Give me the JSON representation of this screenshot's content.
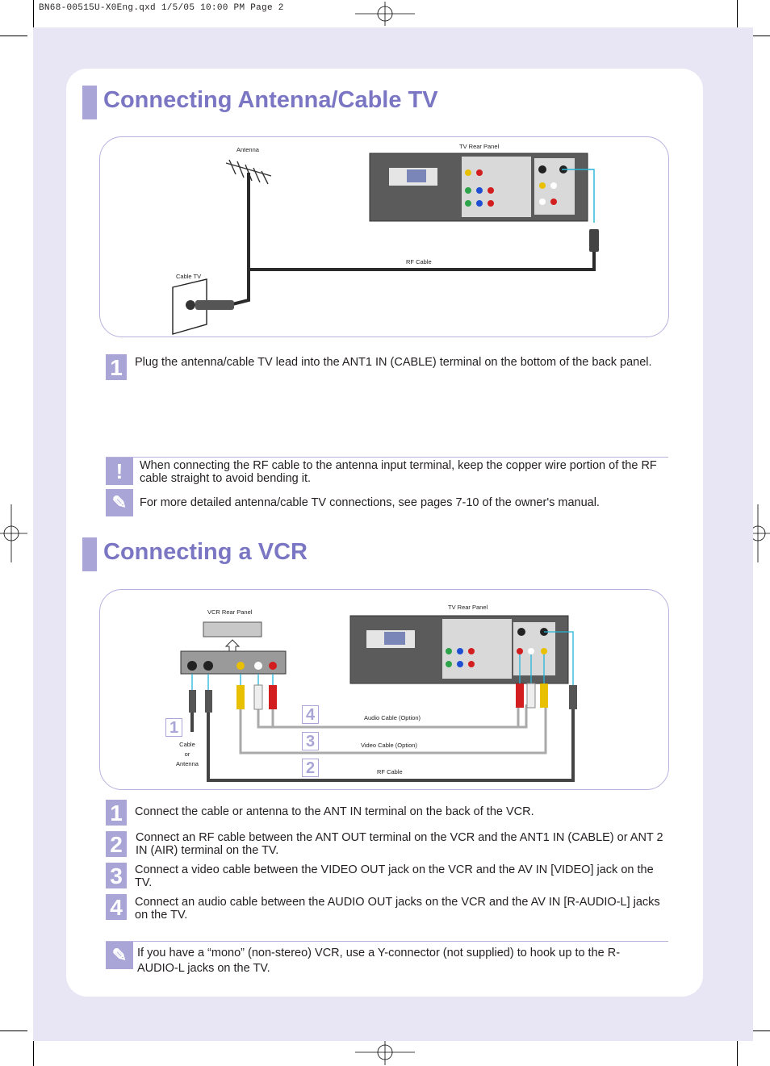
{
  "slug": "BN68-00515U-X0Eng.qxd  1/5/05 10:00 PM  Page 2",
  "section1": {
    "title": "Connecting Antenna/Cable TV",
    "diagram": {
      "antenna_label": "Antenna",
      "tv_panel_label": "TV Rear Panel",
      "rf_cable_label": "RF Cable",
      "cable_tv_label": "Cable TV"
    },
    "step1_num": "1",
    "step1_text": "Plug the antenna/cable TV lead into the ANT1 IN (CABLE) terminal on the bottom of the back panel.",
    "caution_icon": "!",
    "caution_text": "When connecting the RF cable to the antenna input terminal, keep the copper wire portion of the RF cable straight to avoid bending it.",
    "note_icon": "✎",
    "note_text": "For more detailed antenna/cable TV connections, see pages 7-10 of the owner's manual."
  },
  "section2": {
    "title": "Connecting a VCR",
    "diagram": {
      "vcr_panel_label": "VCR Rear Panel",
      "tv_panel_label": "TV Rear Panel",
      "audio_cable_label": "Audio Cable (Option)",
      "video_cable_label": "Video Cable (Option)",
      "rf_cable_label": "RF Cable",
      "cable_or_antenna": [
        "Cable",
        "or",
        "Antenna"
      ],
      "badges": [
        "1",
        "2",
        "3",
        "4"
      ]
    },
    "steps": [
      {
        "num": "1",
        "text": "Connect the cable or antenna to the ANT IN terminal on the back of the VCR."
      },
      {
        "num": "2",
        "text": "Connect an RF cable between the ANT OUT terminal on the VCR and the  ANT1 IN (CABLE) or ANT 2 IN (AIR) terminal on the TV."
      },
      {
        "num": "3",
        "text": "Connect a video cable between the VIDEO OUT jack on the VCR and the AV IN [VIDEO] jack on the TV."
      },
      {
        "num": "4",
        "text": "Connect an audio cable between the AUDIO OUT jacks on the VCR and the AV IN [R-AUDIO-L] jacks on the TV."
      }
    ],
    "note_icon": "✎",
    "note_text": "If you have a “mono” (non-stereo) VCR, use a Y-connector (not supplied) to hook up to the R-AUDIO-L jacks on the TV."
  }
}
